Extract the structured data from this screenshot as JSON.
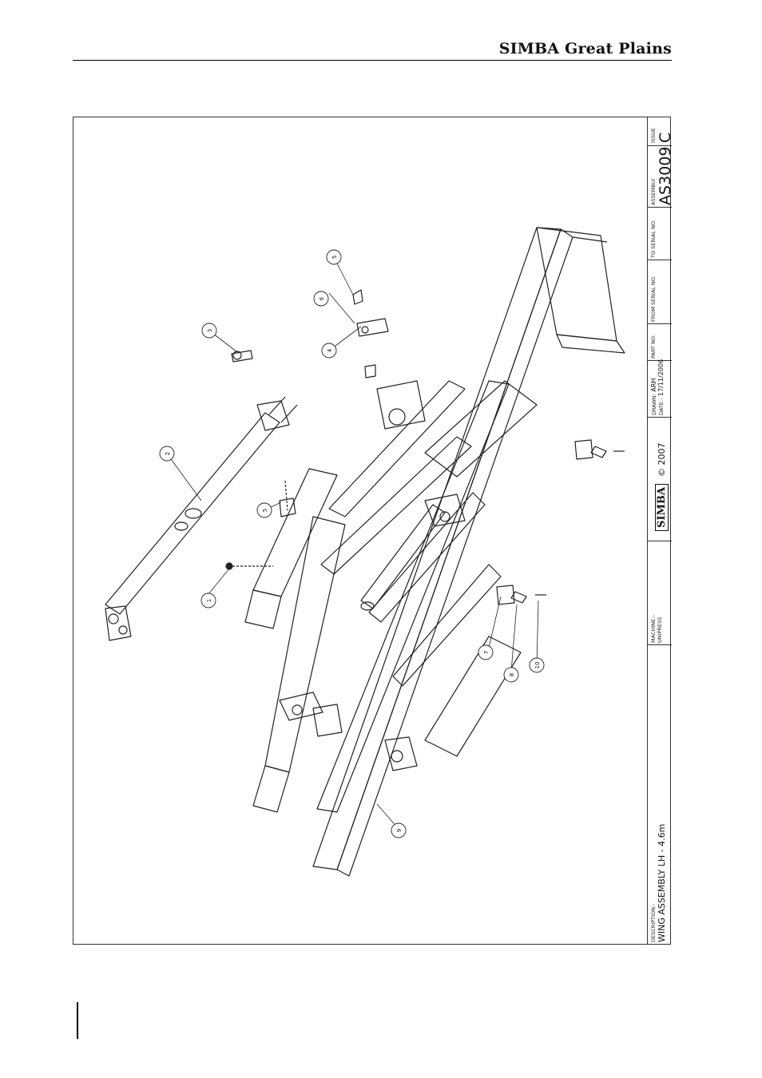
{
  "header": {
    "brand": "SIMBA Great Plains"
  },
  "title_block": {
    "description_label": "DESCRIPTION:-",
    "description": "WING ASSEMBLY LH - 4.6m",
    "machine_label": "MACHINE:-",
    "machine": "UNIPRESS",
    "logo_text": "SIMBA",
    "copyright": "© 2007",
    "drawn_label": "DRAWN:",
    "drawn": "ARH",
    "date_label": "DATE:-",
    "date": "17/11/2006",
    "part_no_label": "PART NO.",
    "from_serial_label": "FROM SERIAL NO.",
    "to_serial_label": "TO SERIAL NO.",
    "assembly_label": "ASSEMBLY",
    "assembly": "AS3009",
    "issue_label": "ISSUE",
    "issue": "C"
  },
  "balloons": [
    "1",
    "2",
    "3",
    "4",
    "5",
    "6",
    "7",
    "8",
    "9",
    "10"
  ]
}
